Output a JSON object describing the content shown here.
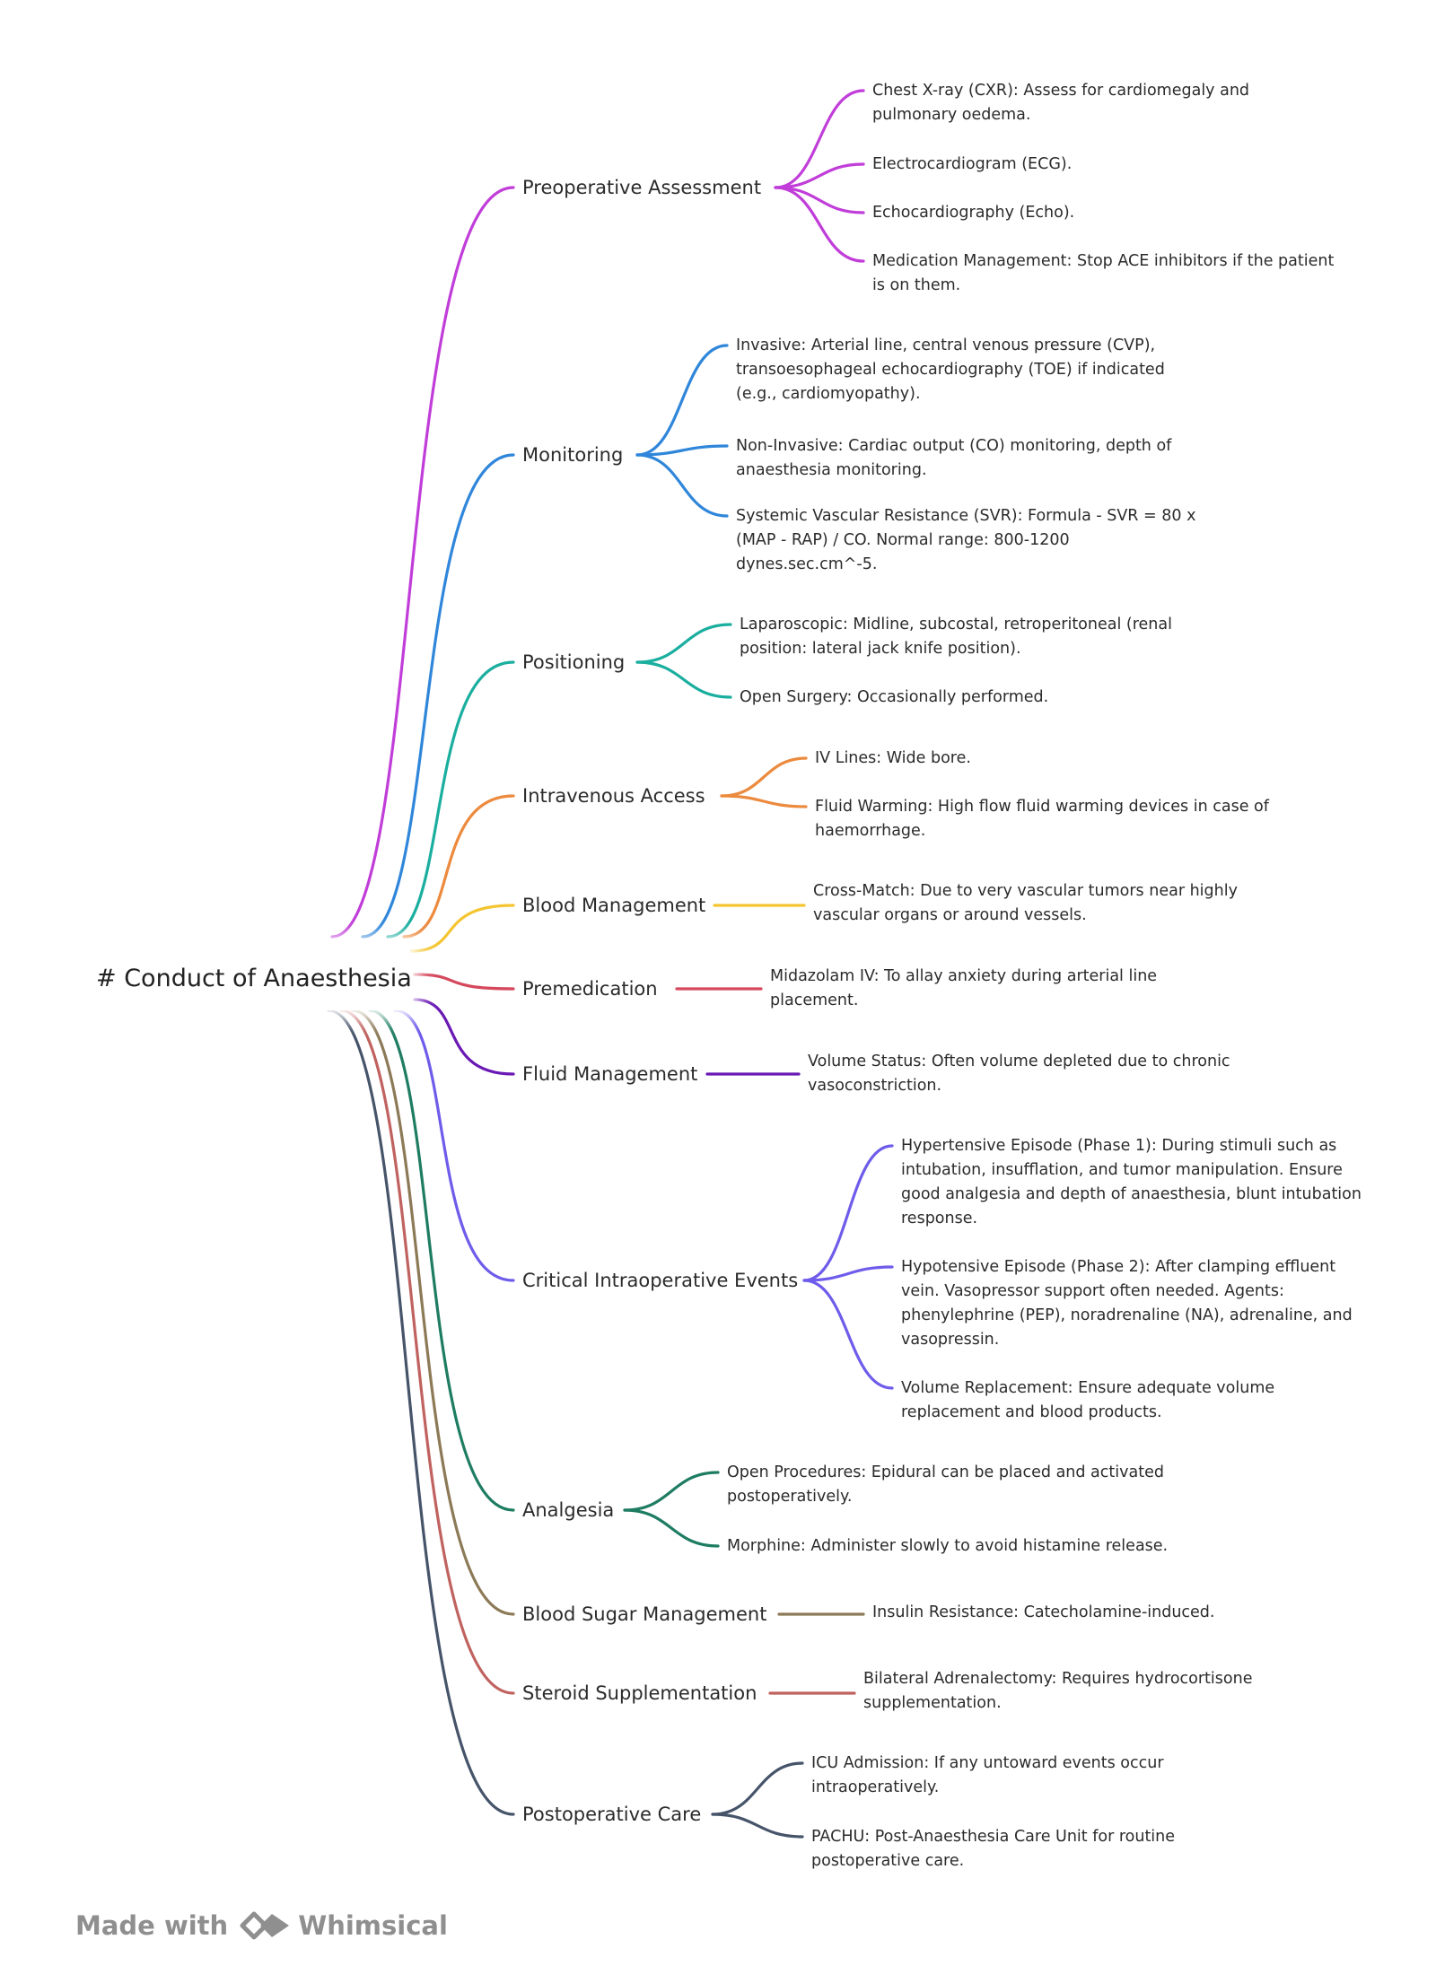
{
  "root": {
    "label": "# Conduct of Anaesthesia"
  },
  "branches": [
    {
      "label": "Preoperative Assessment",
      "color": "#C13DD9",
      "leaves": [
        "Chest X-ray (CXR): Assess for cardiomegaly and\npulmonary oedema.",
        "Electrocardiogram (ECG).",
        "Echocardiography (Echo).",
        "Medication Management: Stop ACE inhibitors if the patient\nis on them."
      ]
    },
    {
      "label": "Monitoring",
      "color": "#2F86DA",
      "leaves": [
        "Invasive: Arterial line, central venous pressure (CVP),\ntransoesophageal echocardiography (TOE) if indicated\n(e.g., cardiomyopathy).",
        "Non-Invasive: Cardiac output (CO) monitoring, depth of\nanaesthesia monitoring.",
        "Systemic Vascular Resistance (SVR): Formula - SVR = 80 x\n(MAP - RAP) / CO. Normal range: 800-1200\ndynes.sec.cm^-5."
      ]
    },
    {
      "label": "Positioning",
      "color": "#1AAE9F",
      "leaves": [
        "Laparoscopic: Midline, subcostal, retroperitoneal (renal\nposition: lateral jack knife position).",
        "Open Surgery: Occasionally performed."
      ]
    },
    {
      "label": "Intravenous Access",
      "color": "#EC8A3E",
      "leaves": [
        "IV Lines: Wide bore.",
        "Fluid Warming: High flow fluid warming devices in case of\nhaemorrhage."
      ]
    },
    {
      "label": "Blood Management",
      "color": "#F4C531",
      "leaves": [
        "Cross-Match: Due to very vascular tumors near highly\nvascular organs or around vessels."
      ]
    },
    {
      "label": "Premedication",
      "color": "#D5485C",
      "leaves": [
        "Midazolam IV: To allay anxiety during arterial line\nplacement."
      ]
    },
    {
      "label": "Fluid Management",
      "color": "#6A19B4",
      "leaves": [
        "Volume Status: Often volume depleted due to chronic\nvasoconstriction."
      ]
    },
    {
      "label": "Critical Intraoperative Events",
      "color": "#6E5CEB",
      "leaves": [
        "Hypertensive Episode (Phase 1): During stimuli such as\nintubation, insufflation, and tumor manipulation. Ensure\ngood analgesia and depth of anaesthesia, blunt intubation\nresponse.",
        "Hypotensive Episode (Phase 2): After clamping effluent\nvein. Vasopressor support often needed. Agents:\nphenylephrine (PEP), noradrenaline (NA), adrenaline, and\nvasopressin.",
        "Volume Replacement: Ensure adequate volume\nreplacement and blood products."
      ]
    },
    {
      "label": "Analgesia",
      "color": "#1E7C62",
      "leaves": [
        "Open Procedures: Epidural can be placed and activated\npostoperatively.",
        "Morphine: Administer slowly to avoid histamine release."
      ]
    },
    {
      "label": "Blood Sugar Management",
      "color": "#8C7A57",
      "leaves": [
        "Insulin Resistance: Catecholamine-induced."
      ]
    },
    {
      "label": "Steroid Supplementation",
      "color": "#C0625F",
      "leaves": [
        "Bilateral Adrenalectomy: Requires hydrocortisone\nsupplementation."
      ]
    },
    {
      "label": "Postoperative Care",
      "color": "#46546A",
      "leaves": [
        "ICU Admission: If any untoward events occur\nintraoperatively.",
        "PACHU: Post-Anaesthesia Care Unit for routine\npostoperative care."
      ]
    }
  ],
  "footer": {
    "made_with": "Made with",
    "brand": "Whimsical",
    "logo_icon": "whimsical-logo-icon"
  }
}
